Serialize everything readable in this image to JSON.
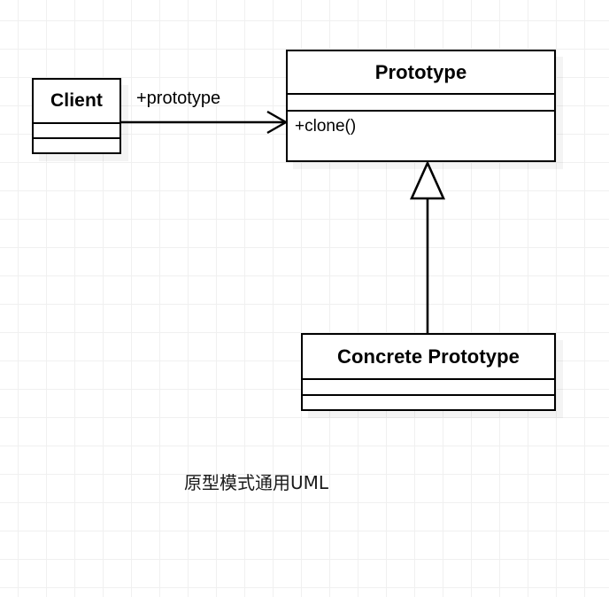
{
  "diagram": {
    "type": "uml-class-diagram",
    "caption": "原型模式通用UML",
    "background": "#ffffff",
    "grid_color": "#f0f0f0",
    "line_color": "#000000",
    "classes": [
      {
        "id": "client",
        "name": "Client",
        "attributes": [],
        "operations": []
      },
      {
        "id": "prototype",
        "name": "Prototype",
        "attributes": [],
        "operations": [
          "+clone()"
        ]
      },
      {
        "id": "concrete-prototype",
        "name": "Concrete Prototype",
        "attributes": [],
        "operations": []
      }
    ],
    "relationships": [
      {
        "id": "client-prototype",
        "kind": "association",
        "from": "client",
        "to": "prototype",
        "label": "+prototype",
        "arrow": "open-arrow"
      },
      {
        "id": "concrete-prototype-generalization",
        "kind": "generalization",
        "from": "concrete-prototype",
        "to": "prototype",
        "label": "",
        "arrow": "hollow-triangle"
      }
    ]
  }
}
